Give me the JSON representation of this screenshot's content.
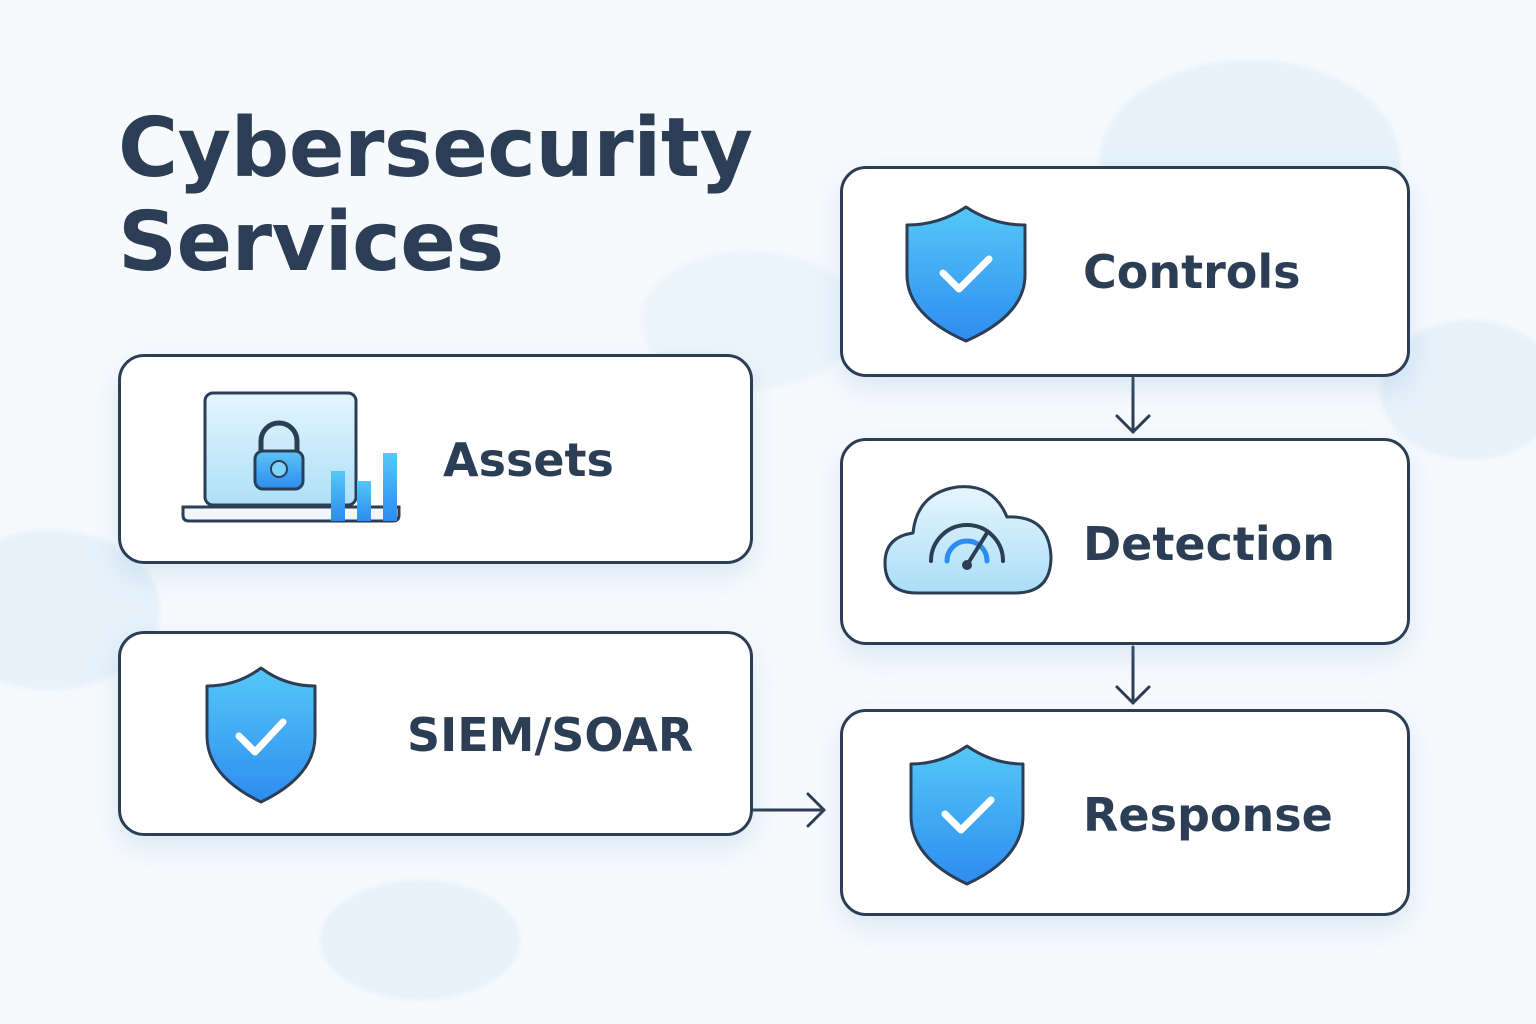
{
  "title": {
    "line1": "Cybersecurity",
    "line2": "Services"
  },
  "nodes": {
    "assets": {
      "label": "Assets",
      "icon": "laptop-lock-chart-icon"
    },
    "siem": {
      "label": "SIEM/SOAR",
      "icon": "shield-check-icon"
    },
    "controls": {
      "label": "Controls",
      "icon": "shield-check-icon"
    },
    "detection": {
      "label": "Detection",
      "icon": "cloud-gauge-icon"
    },
    "response": {
      "label": "Response",
      "icon": "shield-check-icon"
    }
  },
  "edges": [
    {
      "from": "controls",
      "to": "detection"
    },
    {
      "from": "detection",
      "to": "response"
    },
    {
      "from": "siem",
      "to": "response"
    }
  ],
  "colors": {
    "ink": "#2c3e55",
    "accent": "#2d8cf0",
    "accent_light": "#55c8f7",
    "icon_fill_light": "#d6f0fc"
  }
}
